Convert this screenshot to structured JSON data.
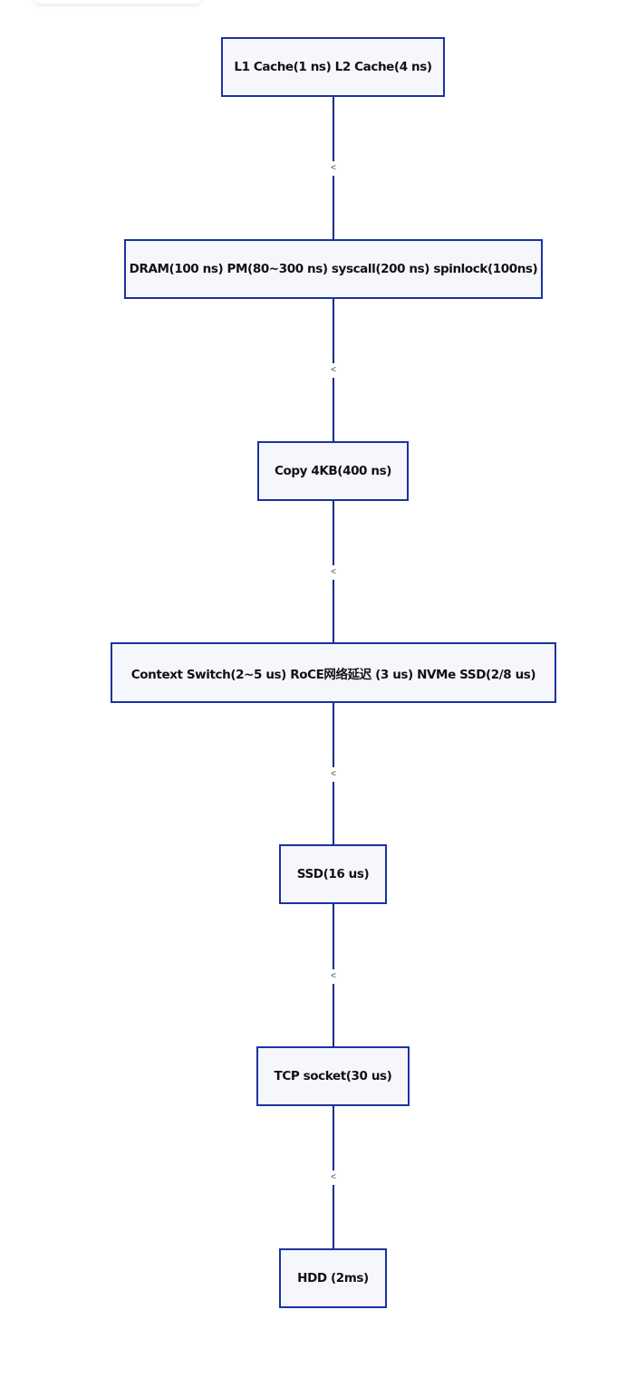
{
  "diagram": {
    "nodes": [
      {
        "label": "L1 Cache(1 ns) L2 Cache(4 ns)"
      },
      {
        "label": "DRAM(100 ns) PM(80~300 ns) syscall(200 ns) spinlock(100ns)"
      },
      {
        "label": "Copy 4KB(400 ns)"
      },
      {
        "label": "Context Switch(2~5 us) RoCE网络延迟 (3 us) NVMe SSD(2/8 us)"
      },
      {
        "label": "SSD(16 us)"
      },
      {
        "label": "TCP socket(30 us)"
      },
      {
        "label": "HDD (2ms)"
      }
    ],
    "edges": [
      {
        "label": "<"
      },
      {
        "label": "<"
      },
      {
        "label": "<"
      },
      {
        "label": "<"
      },
      {
        "label": "<"
      },
      {
        "label": "<"
      }
    ]
  },
  "colors": {
    "node_border": "#1a33a0",
    "node_fill": "#f6f7fc",
    "connector": "#0e2a8a"
  }
}
